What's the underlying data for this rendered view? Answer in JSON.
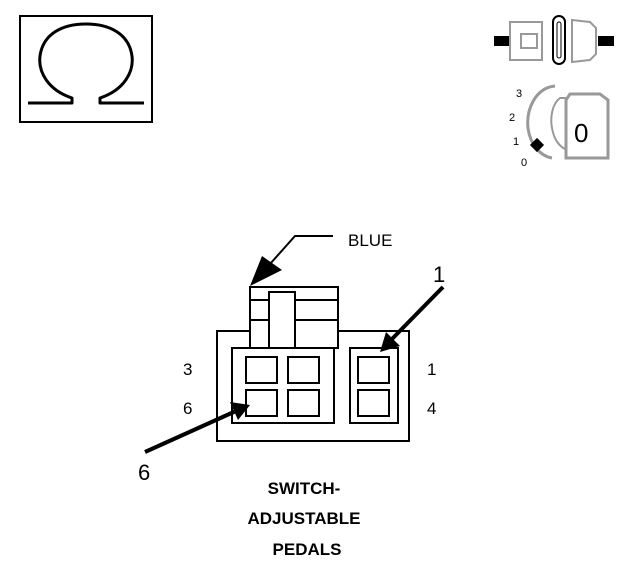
{
  "symbol": {
    "omega_icon": "ohmmeter-icon",
    "glyph": "Ω"
  },
  "ignition_key": {
    "positions": [
      "3",
      "2",
      "1",
      "0"
    ],
    "current_position": "0",
    "key_label": "0"
  },
  "connector": {
    "wire_color_label": "BLUE",
    "pin_labels": {
      "top_left": "3",
      "bottom_left": "6",
      "top_right": "1",
      "bottom_right": "4"
    },
    "callouts": {
      "pin_a": "1",
      "pin_b": "6"
    }
  },
  "title_lines": [
    "SWITCH-",
    "ADJUSTABLE",
    "PEDALS"
  ]
}
